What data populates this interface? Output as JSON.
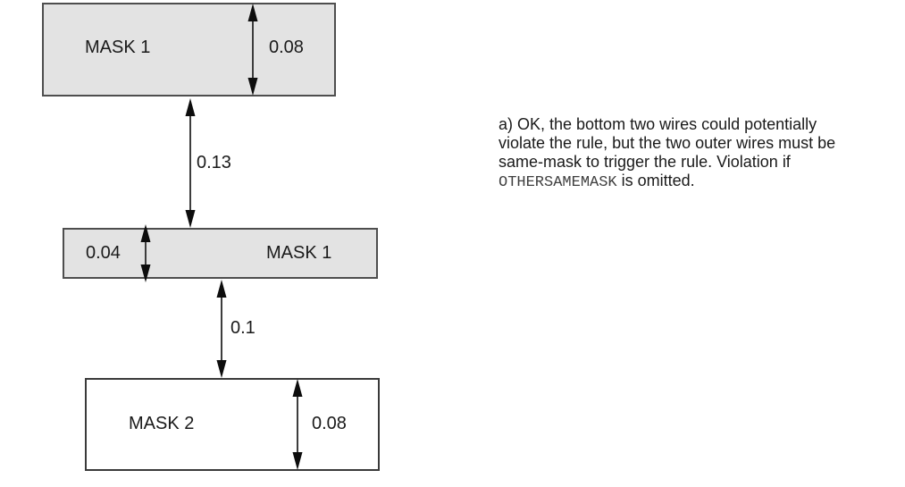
{
  "diagram": {
    "top_rect": {
      "label": "MASK 1",
      "thickness": "0.08"
    },
    "gap_top_middle": {
      "spacing": "0.13"
    },
    "middle_rect": {
      "label": "MASK 1",
      "thickness": "0.04"
    },
    "gap_middle_bottom": {
      "spacing": "0.1"
    },
    "bottom_rect": {
      "label": "MASK 2",
      "thickness": "0.08"
    }
  },
  "caption": {
    "lines": [
      "a) OK, the bottom two wires could potentially",
      "violate the rule, but the two outer wires must be",
      "same-mask to trigger the rule. Violation if"
    ],
    "code_term": "OTHERSAMEMASK",
    "last_line_suffix": " is omitted."
  },
  "colors": {
    "mask_fill_gray": "#e3e3e3",
    "mask_fill_white": "#ffffff",
    "rect_border": "#4e4e4e",
    "arrow": "#0d0d0d",
    "text": "#1a1a1a"
  }
}
